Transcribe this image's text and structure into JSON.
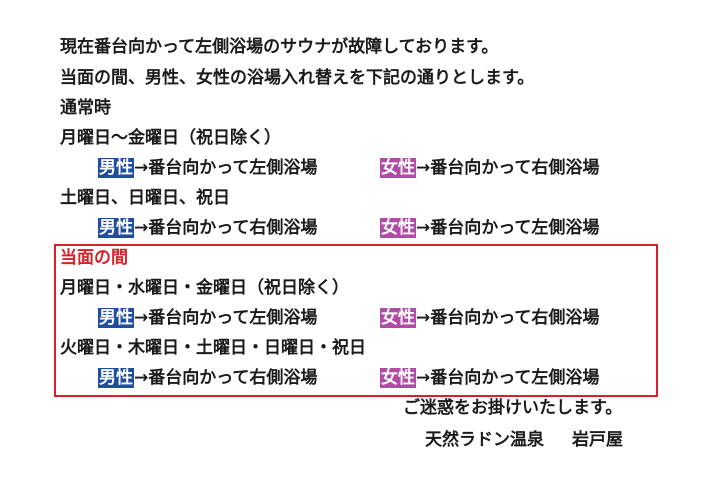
{
  "notice": {
    "line1": "現在番台向かって左側浴場のサウナが故障しております。",
    "line2": "当面の間、男性、女性の浴場入れ替えを下記の通りとします。",
    "normal_heading": "通常時",
    "normal": [
      {
        "days": "月曜日～金曜日（祝日除く）",
        "male_label": "男性",
        "male_dest": "→番台向かって左側浴場",
        "female_label": "女性",
        "female_dest": "→番台向かって右側浴場"
      },
      {
        "days": "土曜日、日曜日、祝日",
        "male_label": "男性",
        "male_dest": "→番台向かって右側浴場",
        "female_label": "女性",
        "female_dest": "→番台向かって左側浴場"
      }
    ],
    "temp_heading": "当面の間",
    "temporary": [
      {
        "days": "月曜日・水曜日・金曜日（祝日除く）",
        "male_label": "男性",
        "male_dest": "→番台向かって左側浴場",
        "female_label": "女性",
        "female_dest": "→番台向かって右側浴場"
      },
      {
        "days": "火曜日・木曜日・土曜日・日曜日・祝日",
        "male_label": "男性",
        "male_dest": "→番台向かって右側浴場",
        "female_label": "女性",
        "female_dest": "→番台向かって左側浴場"
      }
    ],
    "apology": "ご迷惑をお掛けいたします。",
    "facility": "天然ラドン温泉",
    "name": "岩戸屋"
  },
  "colors": {
    "male": "#1f4e9c",
    "female": "#b04ca6",
    "highlight": "#d9202a"
  }
}
